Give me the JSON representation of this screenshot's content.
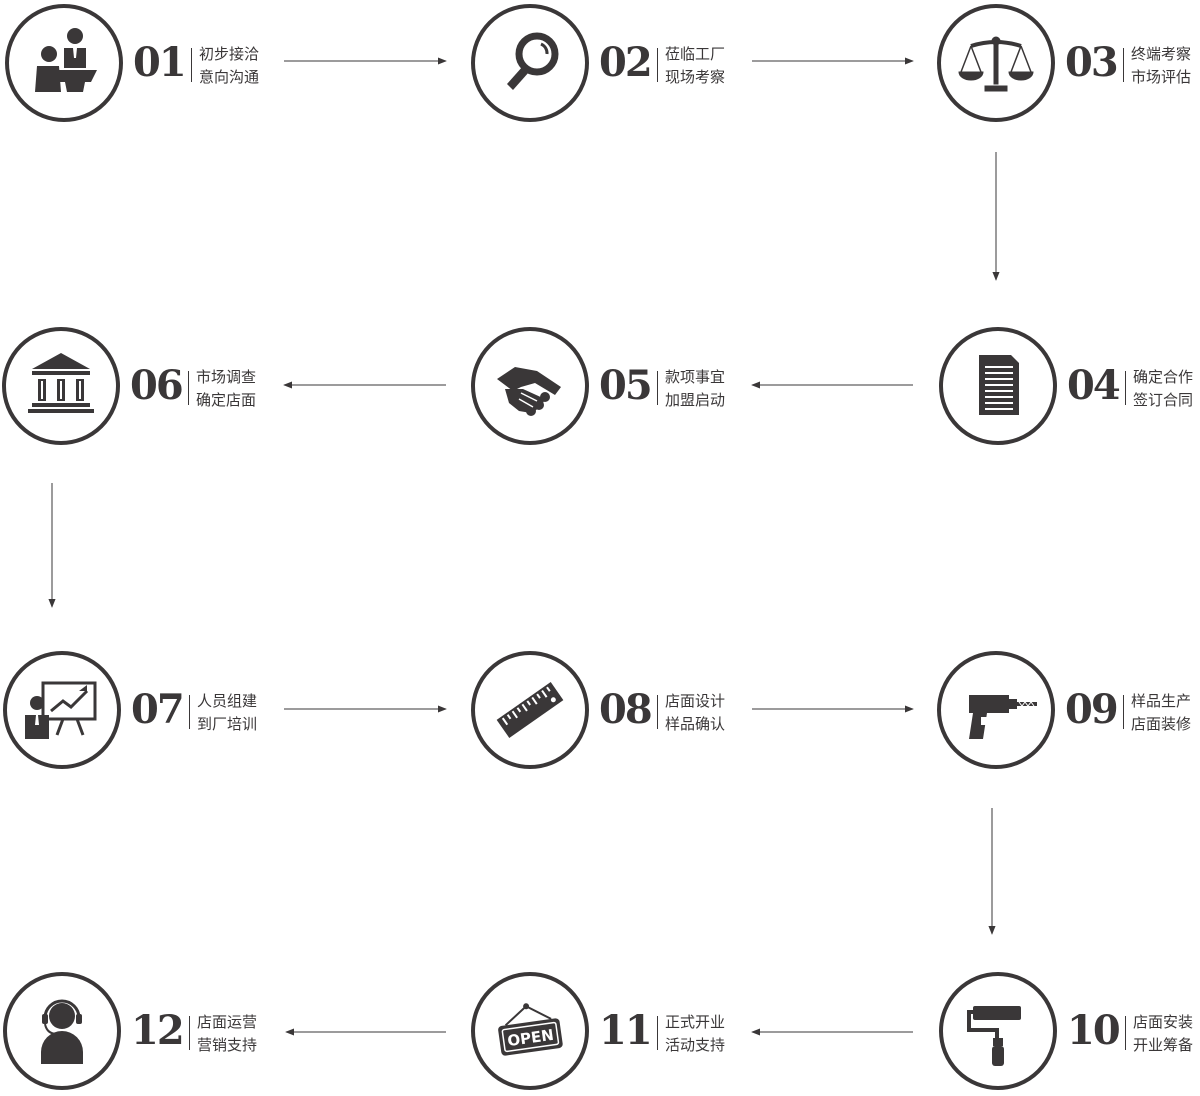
{
  "steps": [
    {
      "num": "01",
      "line1": "初步接洽",
      "line2": "意向沟通",
      "icon": "business-meeting-icon"
    },
    {
      "num": "02",
      "line1": "莅临工厂",
      "line2": "现场考察",
      "icon": "magnifier-icon"
    },
    {
      "num": "03",
      "line1": "终端考察",
      "line2": "市场评估",
      "icon": "balance-scale-icon"
    },
    {
      "num": "04",
      "line1": "确定合作",
      "line2": "签订合同",
      "icon": "document-icon"
    },
    {
      "num": "05",
      "line1": "款项事宜",
      "line2": "加盟启动",
      "icon": "handshake-icon"
    },
    {
      "num": "06",
      "line1": "市场调查",
      "line2": "确定店面",
      "icon": "bank-building-icon"
    },
    {
      "num": "07",
      "line1": "人员组建",
      "line2": "到厂培训",
      "icon": "training-presentation-icon"
    },
    {
      "num": "08",
      "line1": "店面设计",
      "line2": "样品确认",
      "icon": "ruler-icon"
    },
    {
      "num": "09",
      "line1": "样品生产",
      "line2": "店面装修",
      "icon": "drill-icon"
    },
    {
      "num": "10",
      "line1": "店面安装",
      "line2": "开业筹备",
      "icon": "paint-roller-icon"
    },
    {
      "num": "11",
      "line1": "正式开业",
      "line2": "活动支持",
      "icon": "open-sign-icon"
    },
    {
      "num": "12",
      "line1": "店面运营",
      "line2": "营销支持",
      "icon": "customer-service-icon"
    }
  ],
  "open_sign_text": "OPEN",
  "colors": {
    "ink": "#3a3738",
    "background": "#ffffff"
  }
}
